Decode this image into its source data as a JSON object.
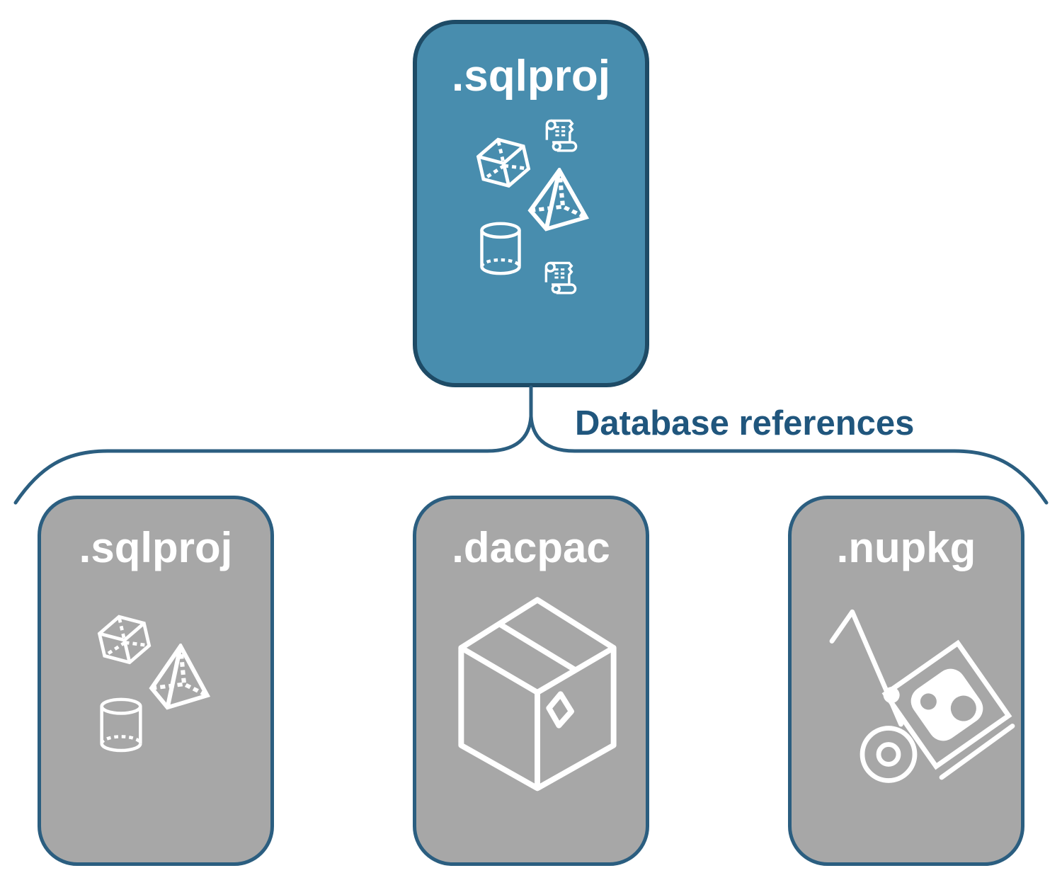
{
  "colors": {
    "background": "#FFFFFF",
    "parent_fill": "#488DAE",
    "parent_border": "#1E4B66",
    "child_fill": "#A7A7A7",
    "child_border": "#2B5E80",
    "connector": "#2B5E80",
    "connector_text": "#20567D",
    "label_text": "#FFFFFF",
    "icon": "#FFFFFF"
  },
  "connector": {
    "label": "Database references",
    "type": "brace"
  },
  "nodes": {
    "parent": {
      "label": ".sqlproj",
      "icons": [
        "cube-3d",
        "sql-script-scroll",
        "pyramid-3d",
        "cylinder-3d",
        "sql-script-scroll"
      ]
    },
    "children": [
      {
        "label": ".sqlproj",
        "icons": [
          "cube-3d",
          "pyramid-3d",
          "cylinder-3d"
        ]
      },
      {
        "label": ".dacpac",
        "icons": [
          "package-box"
        ]
      },
      {
        "label": ".nupkg",
        "icons": [
          "nuget-hand-truck"
        ]
      }
    ]
  }
}
